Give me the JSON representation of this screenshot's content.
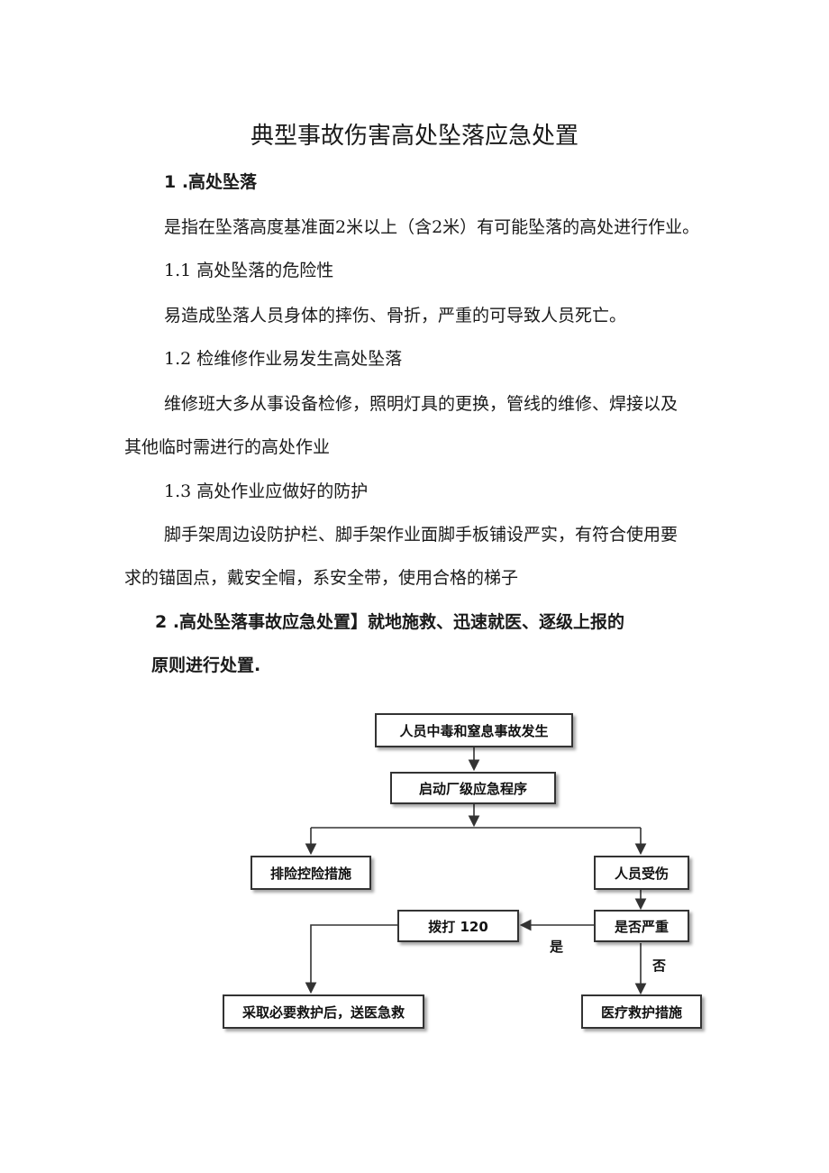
{
  "document": {
    "title": "典型事故伤害高处坠落应急处置",
    "sections": [
      {
        "heading": "1 .高处坠落"
      },
      {
        "text": "是指在坠落高度基准面2米以上（含2米）有可能坠落的高处进行作业。"
      },
      {
        "heading": "1.1  高处坠落的危险性"
      },
      {
        "text": "易造成坠落人员身体的摔伤、骨折，严重的可导致人员死亡。"
      },
      {
        "heading": "1.2  检维修作业易发生高处坠落"
      },
      {
        "text_line1": "维修班大多从事设备检修，照明灯具的更换，管线的维修、焊接以及",
        "text_line2": "其他临时需进行的高处作业"
      },
      {
        "heading": "1.3  高处作业应做好的防护"
      },
      {
        "text_line1": "脚手架周边设防护栏、脚手架作业面脚手板铺设严实，有符合使用要",
        "text_line2": "求的锚固点，戴安全帽，系安全带，使用合格的梯子"
      },
      {
        "heading_line1": "2 .高处坠落事故应急处置】就地施救、迅速就医、逐级上报的",
        "heading_line2": "原则进行处置."
      }
    ]
  },
  "flowchart": {
    "nodes": {
      "start": "人员中毒和窒息事故发生",
      "activate": "启动厂级应急程序",
      "hazard": "排险控险措施",
      "injury": "人员受伤",
      "severe": "是否严重",
      "call": "拨打 120",
      "hospital": "采取必要救护后，送医急救",
      "medical": "医疗救护措施"
    },
    "edge_labels": {
      "yes": "是",
      "no": "否"
    }
  }
}
